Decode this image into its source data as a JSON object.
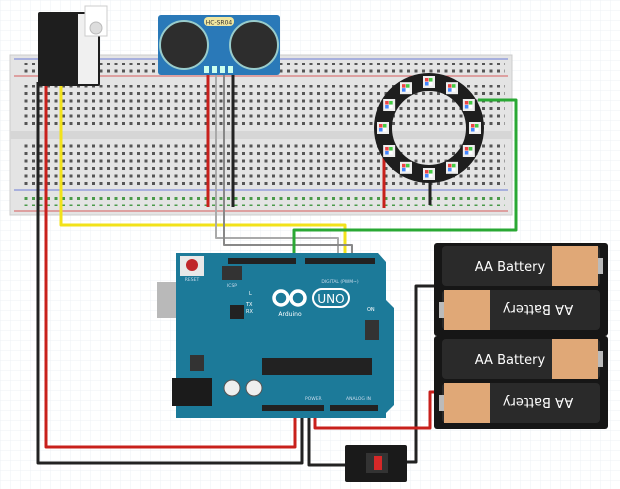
{
  "colors": {
    "board": "#1c7a99",
    "breadboard": "#e6e6e6",
    "wire_red": "#c8201c",
    "wire_black": "#222222",
    "wire_yellow": "#f2e21a",
    "wire_green": "#2aa834",
    "wire_gray": "#a6a6a6",
    "sensor": "#2a79b8",
    "battery_copper": "#e0a877"
  },
  "sensor": {
    "label": "HC-SR04"
  },
  "arduino": {
    "logo": "UNO",
    "brand": "Arduino",
    "reset": "RESET",
    "icsp": "ICSP",
    "digital": "DIGITAL (PWM~)",
    "power": "POWER",
    "analog": "ANALOG IN",
    "tx": "TX",
    "rx": "RX",
    "l": "L",
    "on": "ON"
  },
  "batteries": [
    {
      "label": "AA Battery",
      "flipped": false
    },
    {
      "label": "AA Battery",
      "flipped": true
    },
    {
      "label": "AA Battery",
      "flipped": false
    },
    {
      "label": "AA Battery",
      "flipped": true
    }
  ]
}
